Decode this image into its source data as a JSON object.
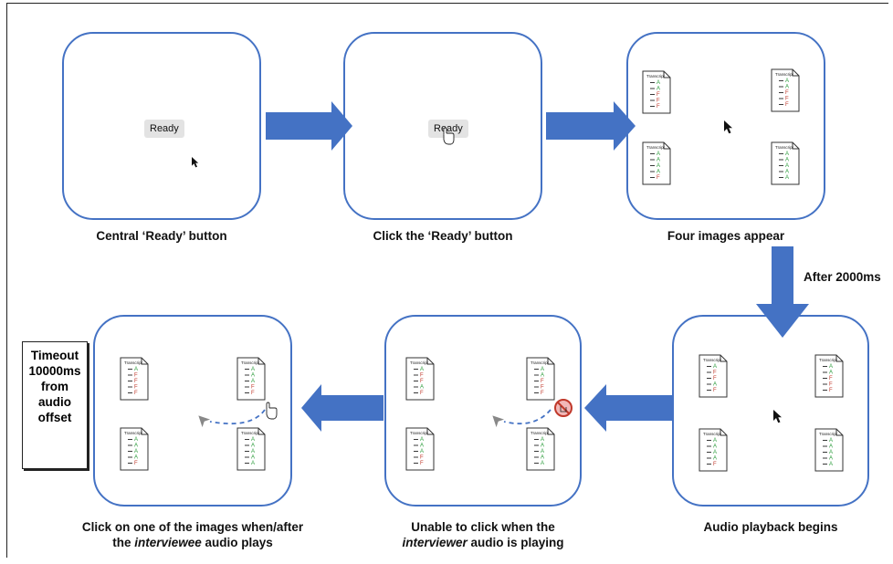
{
  "captions": {
    "step1": "Central ‘Ready’ button",
    "step2": "Click the ‘Ready’ button",
    "step3": "Four images appear",
    "step4": "Audio playback begins",
    "step5_line1": "Unable to click when the",
    "step5_line2_em": "interviewer",
    "step5_line2_rest": " audio is playing",
    "step6_line1": "Click on one of the images when/after",
    "step6_line2_pre": "the ",
    "step6_line2_em": "interviewee",
    "step6_line2_rest": " audio plays"
  },
  "ready_button": "Ready",
  "delay_label": "After 2000ms",
  "timeout_note": [
    "Timeout",
    "10000ms",
    "from",
    "audio",
    "offset"
  ],
  "doc_icon": {
    "title": "Transcript",
    "icon": "transcript-document-icon"
  },
  "colors": {
    "panel_border": "#4472c4",
    "arrow": "#4472c4",
    "letter_a": "#2e9e3e",
    "letter_f": "#c0392b"
  },
  "cursor_icons": [
    "arrow-cursor-icon",
    "hand-pointer-icon",
    "no-click-icon"
  ]
}
